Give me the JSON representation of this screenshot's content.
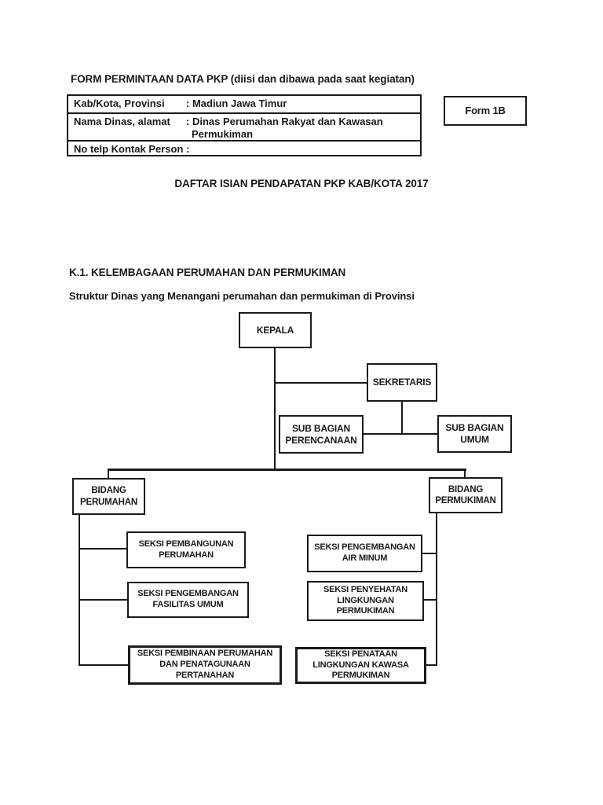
{
  "page": {
    "form_title": "FORM PERMINTAAN DATA PKP (diisi dan dibawa pada saat kegiatan)",
    "form_tag": "Form 1B",
    "section_title": "DAFTAR ISIAN PENDAPATAN PKP KAB/KOTA 2017",
    "heading_k1": "K.1. KELEMBAGAAN PERUMAHAN DAN PERMUKIMAN",
    "subheading": "Struktur Dinas yang Menangani perumahan dan permukiman di Provinsi"
  },
  "info_table": {
    "rows": [
      {
        "label": "Kab/Kota, Provinsi",
        "value": ": Madiun Jawa Timur"
      },
      {
        "label": "Nama Dinas, alamat",
        "value": ": Dinas Perumahan Rakyat dan Kawasan",
        "value_line2": "Permukiman"
      },
      {
        "label": "No telp Kontak Person",
        "value": ":"
      }
    ]
  },
  "org_chart": {
    "nodes": {
      "kepala": "KEPALA",
      "sekretaris": "SEKRETARIS",
      "sub_perencanaan": "SUB BAGIAN PERENCANAAN",
      "sub_umum": "SUB BAGIAN UMUM",
      "bidang_perumahan": "BIDANG PERUMAHAN",
      "bidang_permukiman": "BIDANG PERMUKIMAN",
      "seksi_pembangunan": "SEKSI PEMBANGUNAN PERUMAHAN",
      "seksi_fasilitas": "SEKSI PENGEMBANGAN FASILITAS UMUM",
      "seksi_pembinaan": "SEKSI PEMBINAAN PERUMAHAN DAN PENATAGUNAAN PERTANAHAN",
      "seksi_airminum": "SEKSI PENGEMBANGAN AIR MINUM",
      "seksi_penyehatan": "SEKSI PENYEHATAN LINGKUNGAN PERMUKIMAN",
      "seksi_penataan": "SEKSI PENATAAN LINGKUNGAN KAWASA PERMUKIMAN"
    }
  },
  "colors": {
    "text": "#1a1a1a",
    "border": "#1a1a1a",
    "background": "#ffffff"
  }
}
